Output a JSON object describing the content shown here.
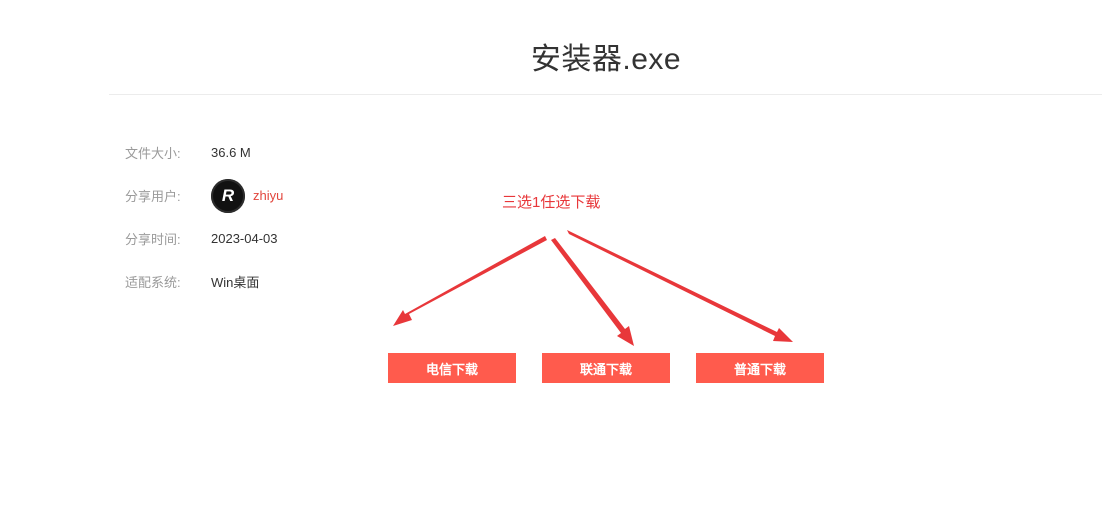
{
  "file": {
    "title": "安装器.exe"
  },
  "info": [
    {
      "label": "文件大小:",
      "value": "36.6 M"
    },
    {
      "label": "分享用户:",
      "value": "zhiyu"
    },
    {
      "label": "分享时间:",
      "value": "2023-04-03"
    },
    {
      "label": "适配系统:",
      "value": "Win桌面"
    }
  ],
  "user": {
    "avatar_letter": "R",
    "name": "zhiyu"
  },
  "annotation": {
    "text": "三选1任选下载",
    "color": "#e8373a"
  },
  "buttons": {
    "telecom": "电信下载",
    "unicom": "联通下载",
    "normal": "普通下载",
    "color": "#ff5b4d"
  },
  "icons": [
    "avatar-logo",
    "arrow-left",
    "arrow-middle",
    "arrow-right"
  ]
}
